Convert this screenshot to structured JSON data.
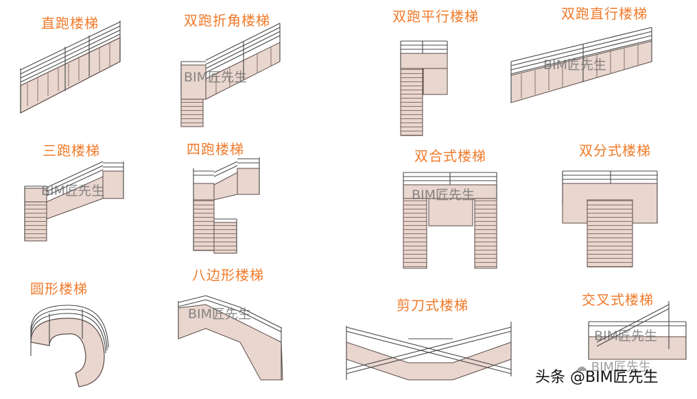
{
  "labels": {
    "l1": "直跑楼梯",
    "l2": "双跑折角楼梯",
    "l3": "双跑平行楼梯",
    "l4": "双跑直行楼梯",
    "l5": "三跑楼梯",
    "l6": "四跑楼梯",
    "l7": "双合式楼梯",
    "l8": "双分式楼梯",
    "l9": "圆形楼梯",
    "l10": "八边形楼梯",
    "l11": "剪刀式楼梯",
    "l12": "交叉式楼梯"
  },
  "watermark": "BIM匠先生",
  "footer": {
    "credit": "头条 @BIM匠先生",
    "wechat_icon": "wechat-icon"
  },
  "colors": {
    "label": "#f07a2a",
    "stair_fill": "#e8d6cf",
    "stair_edge": "#5a4a44",
    "rail": "#444444"
  }
}
